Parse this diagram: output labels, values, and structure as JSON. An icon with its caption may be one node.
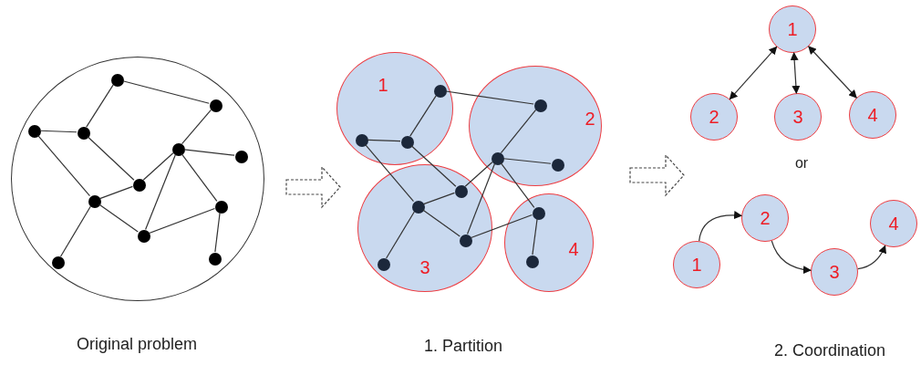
{
  "diagram": {
    "nodes": [
      {
        "text": [],
        "shape": "circle"
      },
      {
        "text": [],
        "shape": "circle",
        "in": 0
      },
      {
        "text": [],
        "shape": "circle",
        "in": 0
      },
      {
        "text": [],
        "shape": "circle",
        "in": 0
      },
      {
        "text": [],
        "shape": "circle",
        "in": 0
      },
      {
        "text": [],
        "shape": "circle",
        "in": 0
      },
      {
        "text": [],
        "shape": "circle",
        "in": 0
      },
      {
        "text": [],
        "shape": "circle",
        "in": 0
      },
      {
        "text": [],
        "shape": "circle",
        "in": 0
      },
      {
        "text": [],
        "shape": "circle",
        "in": 0
      },
      {
        "text": [],
        "shape": "circle",
        "in": 0
      },
      {
        "text": [],
        "shape": "circle",
        "in": 0
      },
      {
        "text": [],
        "shape": "circle",
        "in": 0
      },
      {
        "text": [
          "1"
        ]
      },
      {
        "text": [],
        "shape": "circle",
        "in": 13
      },
      {
        "text": [],
        "shape": "circle",
        "in": 13
      },
      {
        "text": [],
        "shape": "circle",
        "in": 13
      },
      {
        "text": [
          "2"
        ]
      },
      {
        "text": [],
        "shape": "circle",
        "in": 17
      },
      {
        "text": [],
        "shape": "circle",
        "in": 17
      },
      {
        "text": [],
        "shape": "circle",
        "in": 17
      },
      {
        "text": [
          "3"
        ]
      },
      {
        "text": [],
        "shape": "circle",
        "in": 21
      },
      {
        "text": [],
        "shape": "circle",
        "in": 21
      },
      {
        "text": [],
        "shape": "circle",
        "in": 21
      },
      {
        "text": [],
        "shape": "circle",
        "in": 21
      },
      {
        "text": [
          "4"
        ]
      },
      {
        "text": [],
        "shape": "circle",
        "in": 26
      },
      {
        "text": [],
        "shape": "circle",
        "in": 26
      },
      {
        "text": [
          "1"
        ]
      },
      {
        "text": [
          "2"
        ]
      },
      {
        "text": [
          "3"
        ]
      },
      {
        "text": [
          "4"
        ]
      },
      {
        "text": [
          "1"
        ]
      },
      {
        "text": [
          "2"
        ]
      },
      {
        "text": [
          "3"
        ]
      },
      {
        "text": [
          "4"
        ]
      }
    ],
    "edges": [
      {
        "from": 1,
        "to": 2,
        "arrow": "none"
      },
      {
        "from": 1,
        "to": 4,
        "arrow": "none"
      },
      {
        "from": 3,
        "to": 4,
        "arrow": "none"
      },
      {
        "from": 3,
        "to": 8,
        "arrow": "none"
      },
      {
        "from": 4,
        "to": 7,
        "arrow": "none"
      },
      {
        "from": 2,
        "to": 5,
        "arrow": "none"
      },
      {
        "from": 5,
        "to": 6,
        "arrow": "none"
      },
      {
        "from": 5,
        "to": 7,
        "arrow": "none"
      },
      {
        "from": 5,
        "to": 10,
        "arrow": "none"
      },
      {
        "from": 5,
        "to": 9,
        "arrow": "none"
      },
      {
        "from": 8,
        "to": 7,
        "arrow": "none"
      },
      {
        "from": 8,
        "to": 10,
        "arrow": "none"
      },
      {
        "from": 8,
        "to": 11,
        "arrow": "none"
      },
      {
        "from": 10,
        "to": 9,
        "arrow": "none"
      },
      {
        "from": 9,
        "to": 12,
        "arrow": "none"
      },
      {
        "from": 14,
        "to": 18,
        "arrow": "none"
      },
      {
        "from": 14,
        "to": 16,
        "arrow": "none"
      },
      {
        "from": 15,
        "to": 16,
        "arrow": "none"
      },
      {
        "from": 15,
        "to": 23,
        "arrow": "none"
      },
      {
        "from": 16,
        "to": 22,
        "arrow": "none"
      },
      {
        "from": 18,
        "to": 19,
        "arrow": "none"
      },
      {
        "from": 19,
        "to": 20,
        "arrow": "none"
      },
      {
        "from": 19,
        "to": 22,
        "arrow": "none"
      },
      {
        "from": 19,
        "to": 24,
        "arrow": "none"
      },
      {
        "from": 19,
        "to": 27,
        "arrow": "none"
      },
      {
        "from": 23,
        "to": 22,
        "arrow": "none"
      },
      {
        "from": 23,
        "to": 24,
        "arrow": "none"
      },
      {
        "from": 23,
        "to": 25,
        "arrow": "none"
      },
      {
        "from": 24,
        "to": 27,
        "arrow": "none"
      },
      {
        "from": 27,
        "to": 28,
        "arrow": "none"
      },
      {
        "from": 29,
        "to": 30,
        "arrow": "both"
      },
      {
        "from": 29,
        "to": 31,
        "arrow": "both"
      },
      {
        "from": 29,
        "to": 32,
        "arrow": "both"
      },
      {
        "from": 33,
        "to": 34,
        "arrow": "to"
      },
      {
        "from": 34,
        "to": 35,
        "arrow": "to"
      },
      {
        "from": 35,
        "to": 36,
        "arrow": "to"
      }
    ],
    "labels": [
      "or",
      "Original problem",
      "1. Partition",
      "2. Coordination"
    ]
  }
}
